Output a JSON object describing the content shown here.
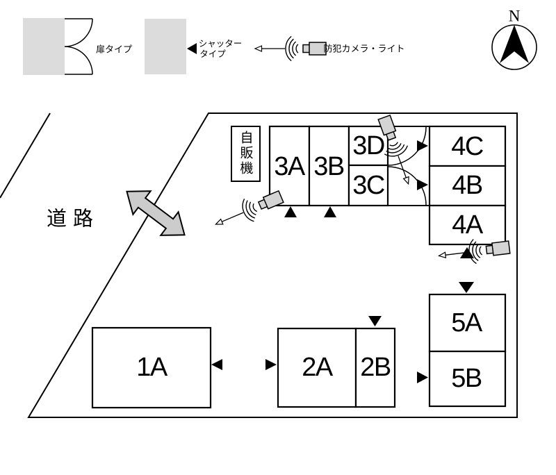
{
  "legend": {
    "door_type_label": "扉タイプ",
    "shutter_type_label": [
      "シャッター",
      "タイプ"
    ],
    "camera_label": "防犯カメラ・ライト"
  },
  "compass": {
    "north_label": "N"
  },
  "map": {
    "road_label": "道路",
    "vending_machine_label": "自販機",
    "units": [
      {
        "label": "1A",
        "door": "shutter, east wall"
      },
      {
        "label": "2A",
        "door": "shutter, west wall"
      },
      {
        "label": "2B",
        "door": "shutter, north wall"
      },
      {
        "label": "3A",
        "door": "shutter, south wall"
      },
      {
        "label": "3B",
        "door": "shutter, south wall"
      },
      {
        "label": "3C",
        "door": "hinged door, east wall"
      },
      {
        "label": "3D",
        "door": "hinged door, east wall"
      },
      {
        "label": "4A",
        "door": "shutter, south wall"
      },
      {
        "label": "4B",
        "door": "shutter, west wall"
      },
      {
        "label": "4C",
        "door": "shutter, west wall"
      },
      {
        "label": "5A",
        "door": "shutter, north wall"
      },
      {
        "label": "5B",
        "door": "shutter, west wall"
      }
    ]
  },
  "colors": {
    "legend_box_gray": "#dcdcdc",
    "entrance_arrow_gray": "#cccccc",
    "camera_gray": "#d4d4d4",
    "line_black": "#000000"
  }
}
